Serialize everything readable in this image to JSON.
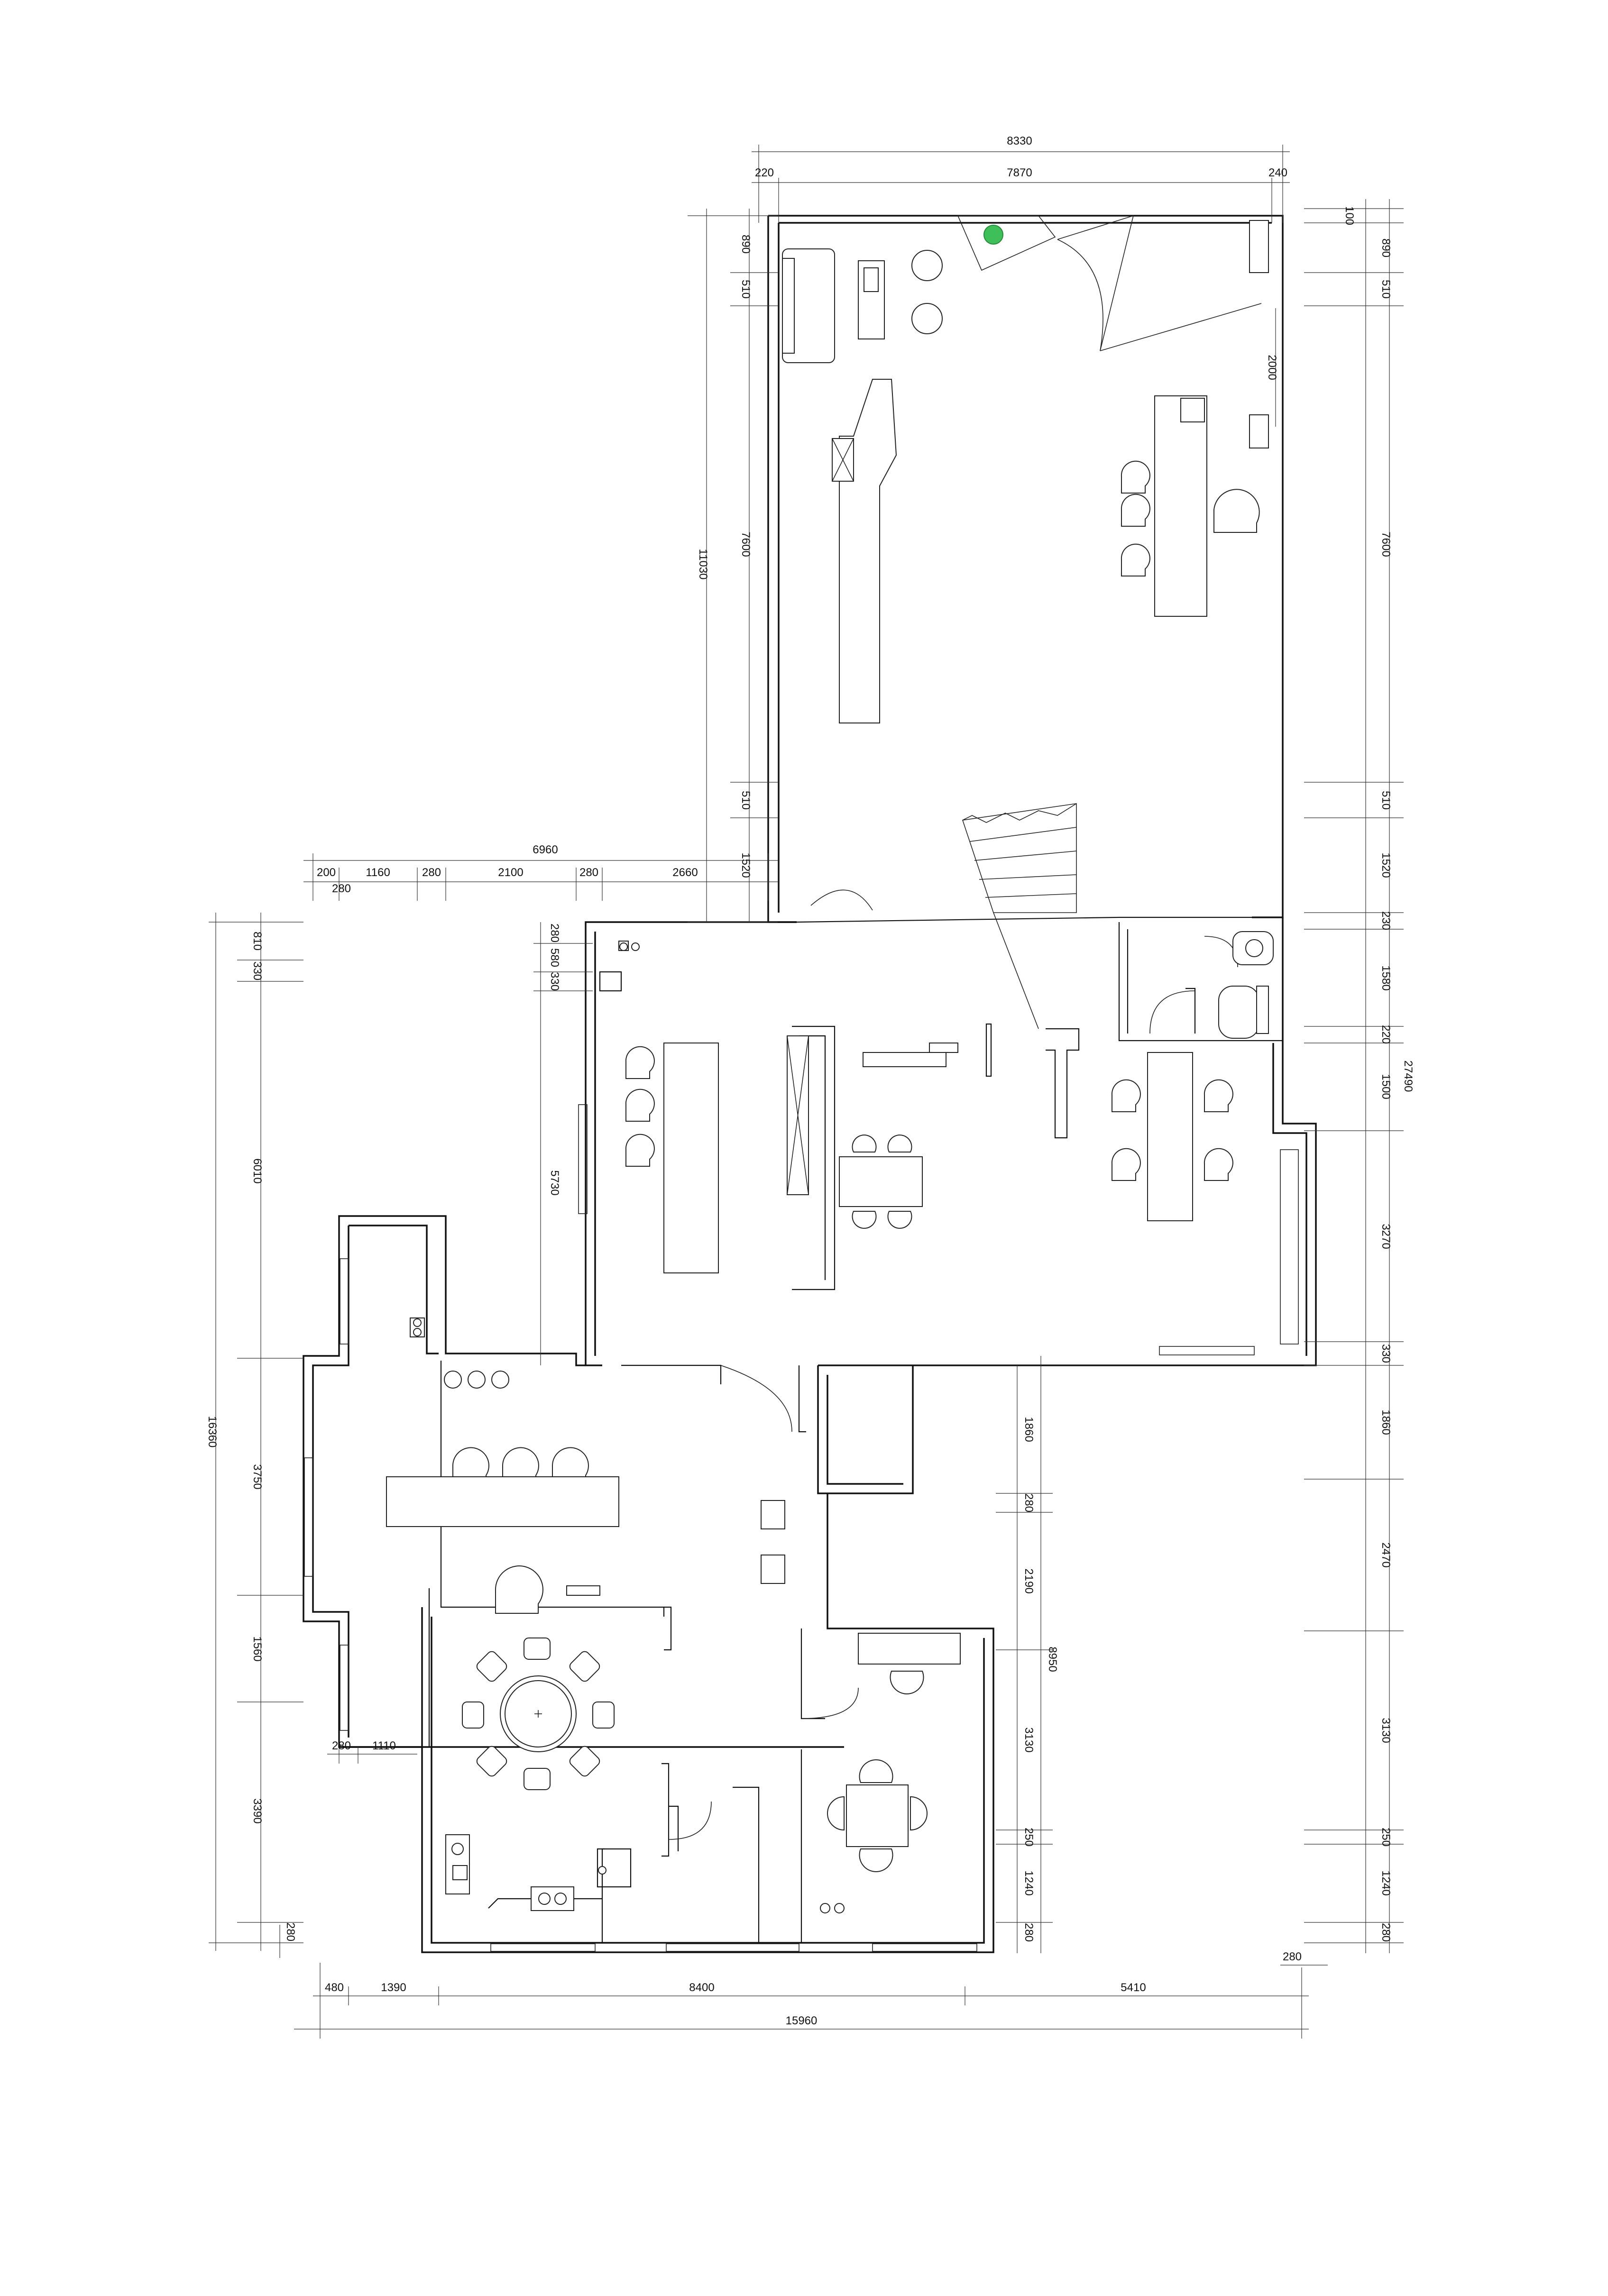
{
  "colors": {
    "line": "#111111",
    "background": "#ffffff",
    "plant": "#3fbf5a"
  },
  "dimensions": {
    "top_total": "8330",
    "top_left": "220",
    "top_mid": "7870",
    "top_right": "240",
    "mid_total": "6960",
    "mid_1": "200",
    "mid_2": "1160",
    "mid_3": "280",
    "mid_4": "2100",
    "mid_5": "280",
    "mid_6": "2660",
    "mid_7": "280",
    "bottom_total": "15960",
    "bottom_1": "480",
    "bottom_2": "1390",
    "bottom_3": "8400",
    "bottom_4": "5410",
    "bottom_right_280": "280",
    "right_outer_total": "27490",
    "right_100": "100",
    "right_890": "890",
    "right_510a": "510",
    "right_7600": "7600",
    "right_510b": "510",
    "right_1520": "1520",
    "right_230": "230",
    "right_1580": "1580",
    "right_220": "220",
    "right_1500": "1500",
    "right_3270": "3270",
    "right_330": "330",
    "right_1860": "1860",
    "right_2470": "2470",
    "right_3130": "3130",
    "right_250": "250",
    "right_1240": "1240",
    "right_280": "280",
    "door_2000": "2000",
    "upper_left_890": "890",
    "upper_left_510a": "510",
    "upper_left_7600": "7600",
    "upper_left_510b": "510",
    "upper_left_1520": "1520",
    "upper_left_11030": "11030",
    "inner_280": "280",
    "inner_580": "580",
    "inner_330": "330",
    "inner_5730": "5730",
    "left_total": "16360",
    "left_810": "810",
    "left_330": "330",
    "left_6010": "6010",
    "left_3750": "3750",
    "left_1560": "1560",
    "left_3390": "3390",
    "left_280": "280",
    "wing_280": "280",
    "wing_1110": "1110",
    "lower_1860": "1860",
    "lower_280": "280",
    "lower_2190": "2190",
    "lower_3130": "3130",
    "lower_250": "250",
    "lower_1240": "1240",
    "lower_280b": "280",
    "lower_8950": "8950"
  }
}
